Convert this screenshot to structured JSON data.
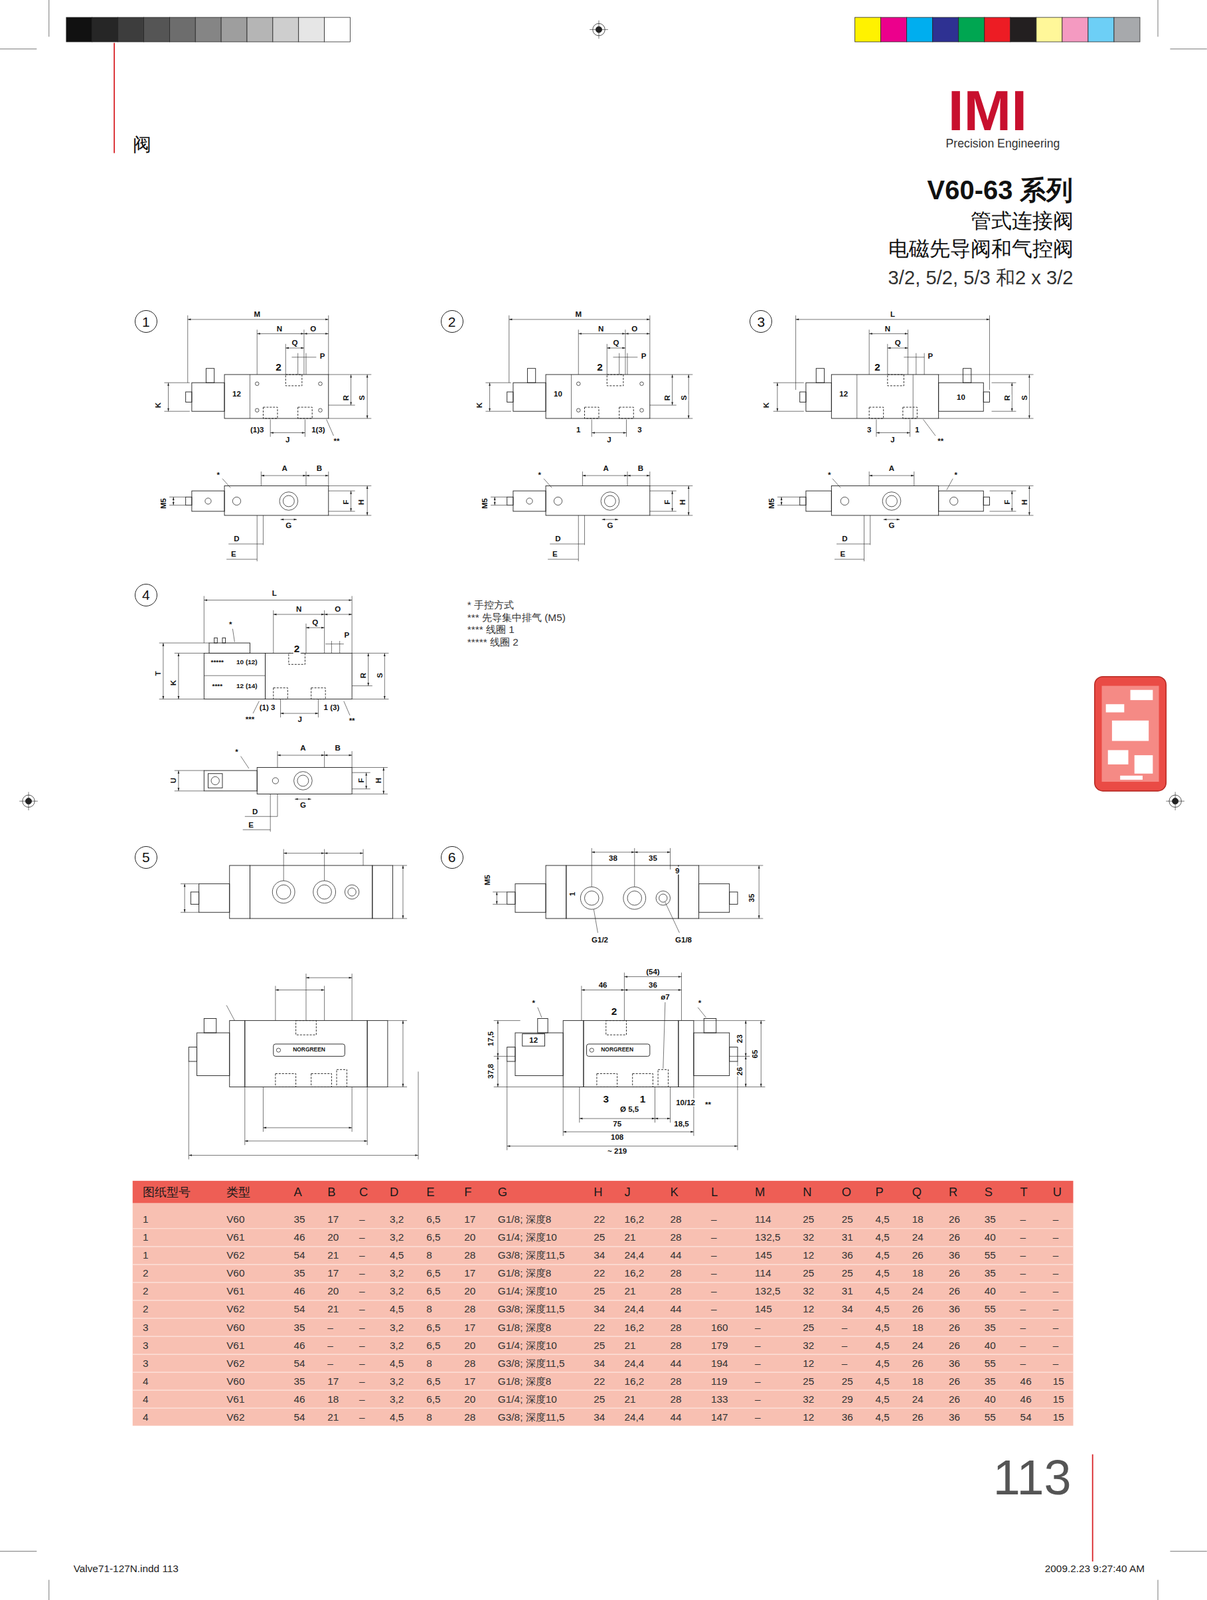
{
  "diagram": {
    "title": "V60-63 系列",
    "nodes": [
      {
        "text": [
          "1"
        ]
      },
      {
        "text": [
          "2"
        ]
      },
      {
        "text": [
          "3"
        ]
      },
      {
        "text": [
          "4"
        ]
      },
      {
        "text": [
          "5"
        ]
      },
      {
        "text": [
          "6"
        ]
      }
    ],
    "labels": [
      "阀",
      "IMI",
      "Precision Engineering",
      "管式连接阀",
      "电磁先导阀和气控阀",
      "3/2, 5/2, 5/3 和2 x 3/2",
      "M",
      "N",
      "O",
      "Q",
      "P",
      "2",
      "12",
      "K",
      "R",
      "S",
      "(1)3",
      "1(3)",
      "J",
      "**",
      "*",
      "A",
      "B",
      "M5",
      "F",
      "H",
      "G",
      "D",
      "E",
      "M",
      "N",
      "O",
      "Q",
      "P",
      "2",
      "10",
      "K",
      "R",
      "S",
      "1",
      "3",
      "J",
      "*",
      "A",
      "B",
      "M5",
      "F",
      "H",
      "G",
      "D",
      "E",
      "L",
      "N",
      "Q",
      "P",
      "2",
      "12",
      "10",
      "K",
      "R",
      "S",
      "3",
      "1",
      "J",
      "**",
      "*",
      "A",
      "*",
      "M5",
      "F",
      "H",
      "G",
      "D",
      "E",
      "L",
      "N",
      "O",
      "*",
      "Q",
      "P",
      "2",
      "*****",
      "10 (12)",
      "****",
      "12 (14)",
      "T",
      "K",
      "R",
      "S",
      "(1) 3",
      "1 (3)",
      "***",
      "**",
      "J",
      "*",
      "A",
      "B",
      "U",
      "F",
      "H",
      "G",
      "D",
      "E",
      "* 手控方式",
      "*** 先导集中排气 (M5)",
      "**** 线圈 1",
      "***** 线圈 2",
      "NORGREEN",
      "38",
      "35",
      "9",
      "M5",
      "1",
      "G1/2",
      "G1/8",
      "35",
      "(54)",
      "46",
      "36",
      "ø7",
      "*",
      "*",
      "2",
      "12",
      "17,5",
      "37,8",
      "23",
      "26",
      "65",
      "NORGREEN",
      "3",
      "1",
      "10/12",
      "**",
      "Ø 5,5",
      "75",
      "18,5",
      "108",
      "~ 219",
      "113",
      "Valve71-127N.indd 113",
      "2009.2.23 9:27:40 AM",
      "图纸型号",
      "类型",
      "A",
      "B",
      "C",
      "D",
      "E",
      "F",
      "G",
      "H",
      "J",
      "K",
      "L",
      "M",
      "N",
      "O",
      "P",
      "Q",
      "R",
      "S",
      "T",
      "U",
      "1",
      "V60",
      "35",
      "17",
      "–",
      "3,2",
      "6,5",
      "17",
      "G1/8; 深度8",
      "22",
      "16,2",
      "28",
      "–",
      "114",
      "25",
      "25",
      "4,5",
      "18",
      "26",
      "35",
      "–",
      "–",
      "1",
      "V61",
      "46",
      "20",
      "–",
      "3,2",
      "6,5",
      "20",
      "G1/4; 深度10",
      "25",
      "21",
      "28",
      "–",
      "132,5",
      "32",
      "31",
      "4,5",
      "24",
      "26",
      "40",
      "–",
      "–",
      "1",
      "V62",
      "54",
      "21",
      "–",
      "4,5",
      "8",
      "28",
      "G3/8; 深度11,5",
      "34",
      "24,4",
      "44",
      "–",
      "145",
      "12",
      "36",
      "4,5",
      "26",
      "36",
      "55",
      "–",
      "–",
      "2",
      "V60",
      "35",
      "17",
      "–",
      "3,2",
      "6,5",
      "17",
      "G1/8; 深度8",
      "22",
      "16,2",
      "28",
      "–",
      "114",
      "25",
      "25",
      "4,5",
      "18",
      "26",
      "35",
      "–",
      "–",
      "2",
      "V61",
      "46",
      "20",
      "–",
      "3,2",
      "6,5",
      "20",
      "G1/4; 深度10",
      "25",
      "21",
      "28",
      "–",
      "132,5",
      "32",
      "31",
      "4,5",
      "24",
      "26",
      "40",
      "–",
      "–",
      "2",
      "V62",
      "54",
      "21",
      "–",
      "4,5",
      "8",
      "28",
      "G3/8; 深度11,5",
      "34",
      "24,4",
      "44",
      "–",
      "145",
      "12",
      "34",
      "4,5",
      "26",
      "36",
      "55",
      "–",
      "–",
      "3",
      "V60",
      "35",
      "–",
      "–",
      "3,2",
      "6,5",
      "17",
      "G1/8; 深度8",
      "22",
      "16,2",
      "28",
      "160",
      "–",
      "25",
      "–",
      "4,5",
      "18",
      "26",
      "35",
      "–",
      "–",
      "3",
      "V61",
      "46",
      "–",
      "–",
      "3,2",
      "6,5",
      "20",
      "G1/4; 深度10",
      "25",
      "21",
      "28",
      "179",
      "–",
      "32",
      "–",
      "4,5",
      "24",
      "26",
      "40",
      "–",
      "–",
      "3",
      "V62",
      "54",
      "–",
      "–",
      "4,5",
      "8",
      "28",
      "G3/8; 深度11,5",
      "34",
      "24,4",
      "44",
      "194",
      "–",
      "12",
      "–",
      "4,5",
      "26",
      "36",
      "55",
      "–",
      "–",
      "4",
      "V60",
      "35",
      "17",
      "–",
      "3,2",
      "6,5",
      "17",
      "G1/8; 深度8",
      "22",
      "16,2",
      "28",
      "119",
      "–",
      "25",
      "25",
      "4,5",
      "18",
      "26",
      "35",
      "46",
      "15",
      "4",
      "V61",
      "46",
      "18",
      "–",
      "3,2",
      "6,5",
      "20",
      "G1/4; 深度10",
      "25",
      "21",
      "28",
      "133",
      "–",
      "32",
      "29",
      "4,5",
      "24",
      "26",
      "40",
      "46",
      "15",
      "4",
      "V62",
      "54",
      "21",
      "–",
      "4,5",
      "8",
      "28",
      "G3/8; 深度11,5",
      "34",
      "24,4",
      "44",
      "147",
      "–",
      "12",
      "36",
      "4,5",
      "26",
      "36",
      "55",
      "54",
      "15"
    ]
  }
}
